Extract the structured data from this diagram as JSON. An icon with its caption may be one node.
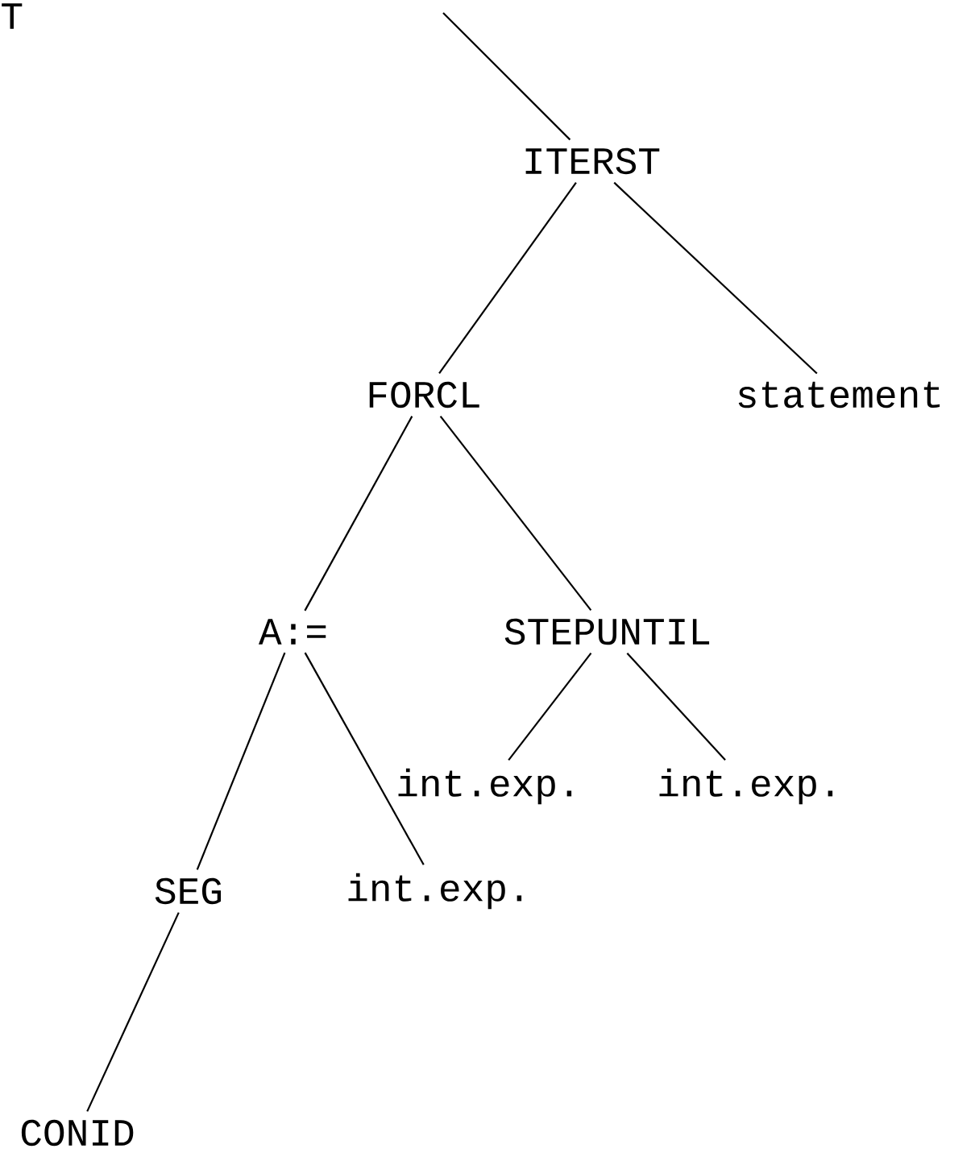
{
  "diagram": {
    "nodes": [
      {
        "text": [
          "ITERST"
        ]
      },
      {
        "text": [
          "FORCL"
        ]
      },
      {
        "text": [
          "statement"
        ]
      },
      {
        "text": [
          "A:="
        ]
      },
      {
        "text": [
          "STEPUNTIL"
        ]
      },
      {
        "text": [
          "int.exp."
        ]
      },
      {
        "text": [
          "int.exp."
        ]
      },
      {
        "text": [
          "SEG"
        ]
      },
      {
        "text": [
          "int.exp."
        ]
      },
      {
        "text": [
          "CONID"
        ]
      }
    ],
    "edges": [
      {
        "from": null,
        "to": 0,
        "arrow": "none"
      },
      {
        "from": 0,
        "to": 1,
        "arrow": "none"
      },
      {
        "from": 0,
        "to": 2,
        "arrow": "none"
      },
      {
        "from": 1,
        "to": 3,
        "arrow": "none"
      },
      {
        "from": 1,
        "to": 4,
        "arrow": "none"
      },
      {
        "from": 4,
        "to": 5,
        "arrow": "none"
      },
      {
        "from": 4,
        "to": 6,
        "arrow": "none"
      },
      {
        "from": 3,
        "to": 7,
        "arrow": "none"
      },
      {
        "from": 3,
        "to": 8,
        "arrow": "none"
      },
      {
        "from": 7,
        "to": 9,
        "arrow": "none"
      }
    ],
    "labels": [
      "T"
    ]
  }
}
